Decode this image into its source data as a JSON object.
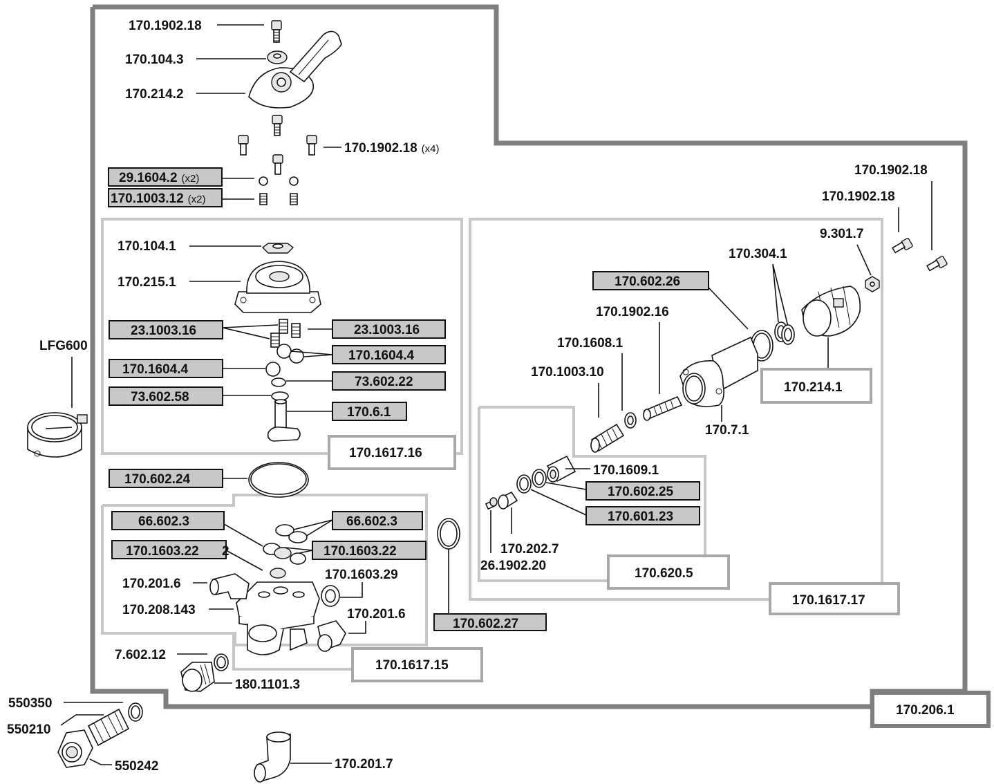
{
  "colors": {
    "outer_frame": "#7f7f7f",
    "subassembly_frame": "#c6c6c6",
    "highlighted_label_fill": "#c8c8c8",
    "ink": "#111111"
  },
  "labels": {
    "screw_top": "170.1902.18",
    "washer_top": "170.104.3",
    "handle": "170.214.2",
    "screw_x4": "170.1902.18",
    "screw_x4_qty": "(x4)",
    "ball_x2": "29.1604.2",
    "ball_x2_qty": "(x2)",
    "spring_x2": "170.1003.12",
    "spring_x2_qty": "(x2)",
    "nut_valve": "170.104.1",
    "valve_body": "170.215.1",
    "spring_left": "23.1003.16",
    "spring_right": "23.1003.16",
    "ball_right": "170.1604.4",
    "ball_left": "170.1604.4",
    "oring_right": "73.602.22",
    "oring_left": "73.602.58",
    "valve_stem": "170.6.1",
    "assy_valve": "170.1617.16",
    "big_oring": "170.602.24",
    "gauge": "LFG600",
    "seal_a_left": "66.602.3",
    "seal_a_right": "66.602.3",
    "seal_b_left": "170.1603.22",
    "seal_b_right": "170.1603.22",
    "seal_b_left_tail": "2",
    "elbow_left": "170.201.6",
    "seat": "170.1603.29",
    "manifold": "170.208.143",
    "elbow_right": "170.201.6",
    "assy_manifold": "170.1617.15",
    "oring_small": "7.602.12",
    "fitting": "180.1101.3",
    "oring_long": "170.602.27",
    "hose_nut_oring": "550350",
    "hose_tail": "550210",
    "hose_nut": "550242",
    "elbow_loose": "170.201.7",
    "main_assy": "170.206.1",
    "screw_far_right": "170.1902.18",
    "screw_right": "170.1902.18",
    "nut_small": "9.301.7",
    "washers_pair": "170.304.1",
    "oring_regulator": "170.602.26",
    "rod": "170.1902.16",
    "spacer": "170.1608.1",
    "spring_reg": "170.1003.10",
    "cylinder": "170.7.1",
    "knob": "170.214.1",
    "piston": "170.1609.1",
    "oring_piston_a": "170.602.25",
    "oring_piston_b": "170.601.23",
    "bushing": "170.202.7",
    "screw_small": "26.1902.20",
    "assy_piston": "170.620.5",
    "assy_regulator": "170.1617.17"
  }
}
